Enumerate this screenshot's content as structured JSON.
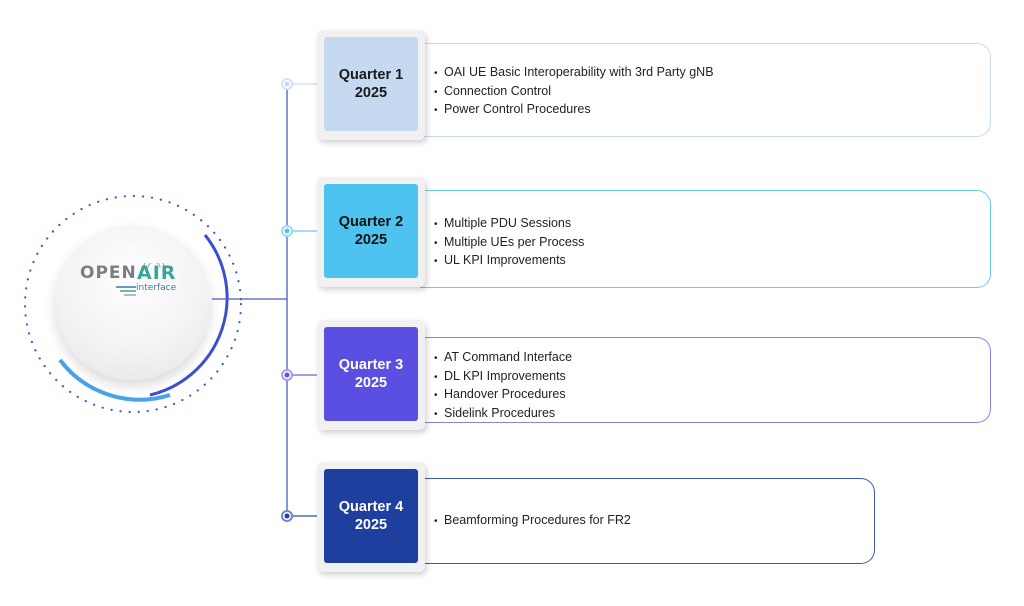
{
  "logo": {
    "word_open": "OPEN",
    "word_air": "AIR",
    "word_interface": "interface"
  },
  "colors": {
    "q1": "#c5daf0",
    "q2": "#4ec3f0",
    "q3": "#5a4fe0",
    "q4": "#1f3f9e",
    "connector": "#3a5fc0"
  },
  "quarters": [
    {
      "label": "Quarter 1",
      "year": "2025",
      "items": [
        "OAI UE Basic Interoperability with 3rd Party gNB",
        "Connection Control",
        "Power Control Procedures"
      ]
    },
    {
      "label": "Quarter 2",
      "year": "2025",
      "items": [
        "Multiple PDU Sessions",
        "Multiple UEs per Process",
        "UL KPI Improvements"
      ]
    },
    {
      "label": "Quarter 3",
      "year": "2025",
      "items": [
        "AT Command Interface",
        "DL KPI Improvements",
        "Handover Procedures",
        "Sidelink Procedures"
      ]
    },
    {
      "label": "Quarter 4",
      "year": "2025",
      "items": [
        "Beamforming Procedures for FR2"
      ]
    }
  ]
}
